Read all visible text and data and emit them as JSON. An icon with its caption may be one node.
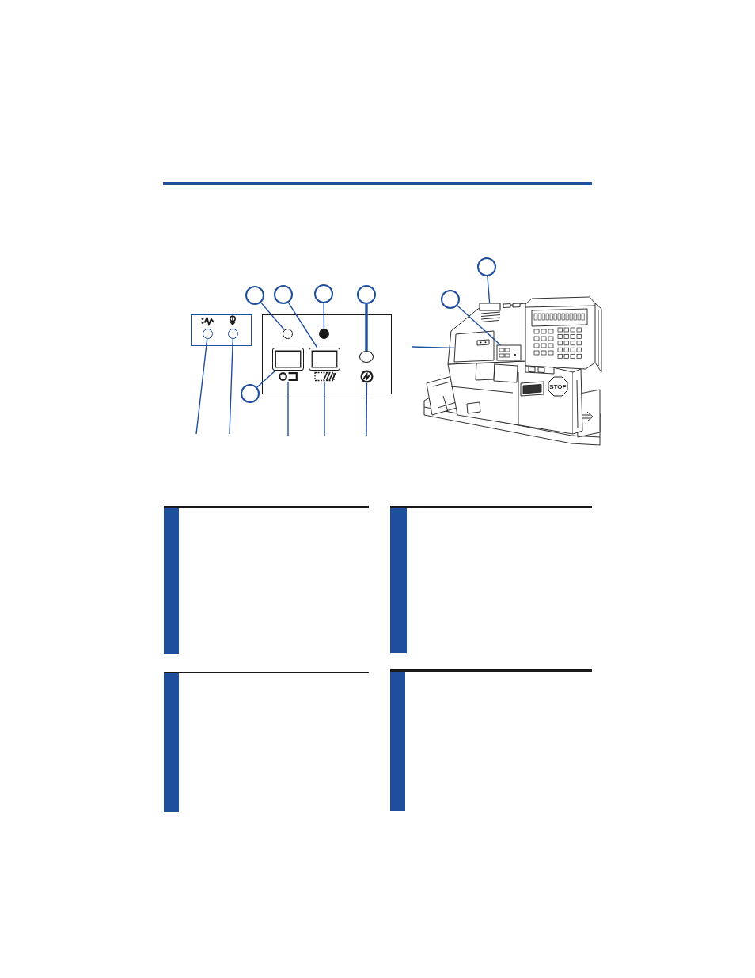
{
  "diagram": {
    "nodes": [
      {
        "text": [],
        "shape": "box"
      },
      {
        "text": [],
        "shape": "circle",
        "in": 0
      },
      {
        "text": [],
        "shape": "circle",
        "in": 0
      },
      {
        "text": [],
        "shape": "box"
      },
      {
        "text": [],
        "shape": "circle",
        "in": 3
      },
      {
        "text": [],
        "shape": "circle",
        "in": 3
      },
      {
        "text": [],
        "shape": "box",
        "in": 3
      },
      {
        "text": [],
        "shape": "box",
        "in": 3
      },
      {
        "text": [],
        "shape": "circle",
        "in": 3
      },
      {
        "text": [],
        "shape": "picture",
        "in": 3
      },
      {
        "text": [],
        "shape": "picture",
        "in": 3
      },
      {
        "text": [],
        "shape": "picture",
        "in": 3
      },
      {
        "text": [],
        "shape": "circle"
      },
      {
        "text": [],
        "shape": "circle"
      },
      {
        "text": [],
        "shape": "circle"
      },
      {
        "text": [],
        "shape": "circle"
      },
      {
        "text": [],
        "shape": "circle"
      },
      {
        "text": [],
        "shape": "picture"
      },
      {
        "text": [],
        "shape": "box",
        "in": 17
      },
      {
        "text": [],
        "shape": "box",
        "in": 17
      },
      {
        "text": [],
        "shape": "picture",
        "in": 17
      },
      {
        "text": [],
        "shape": "circle"
      },
      {
        "text": [],
        "shape": "circle"
      }
    ],
    "edges": [
      {
        "from": 12,
        "to": 4,
        "arrow": "none"
      },
      {
        "from": 13,
        "to": 7,
        "arrow": "none"
      },
      {
        "from": 14,
        "to": 5,
        "arrow": "none"
      },
      {
        "from": 15,
        "to": 8,
        "arrow": "none",
        "style": "thick"
      },
      {
        "from": 16,
        "to": 6,
        "arrow": "none"
      },
      {
        "from": null,
        "to": 1,
        "arrow": "none"
      },
      {
        "from": null,
        "to": 2,
        "arrow": "none"
      },
      {
        "from": null,
        "to": 9,
        "arrow": "none"
      },
      {
        "from": null,
        "to": 10,
        "arrow": "none"
      },
      {
        "from": null,
        "to": 11,
        "arrow": "none"
      },
      {
        "from": 21,
        "to": 19,
        "arrow": "none"
      },
      {
        "from": 22,
        "to": 18,
        "arrow": "none"
      },
      {
        "from": null,
        "to": 20,
        "arrow": "none"
      }
    ],
    "labels": [
      "STOP"
    ]
  }
}
